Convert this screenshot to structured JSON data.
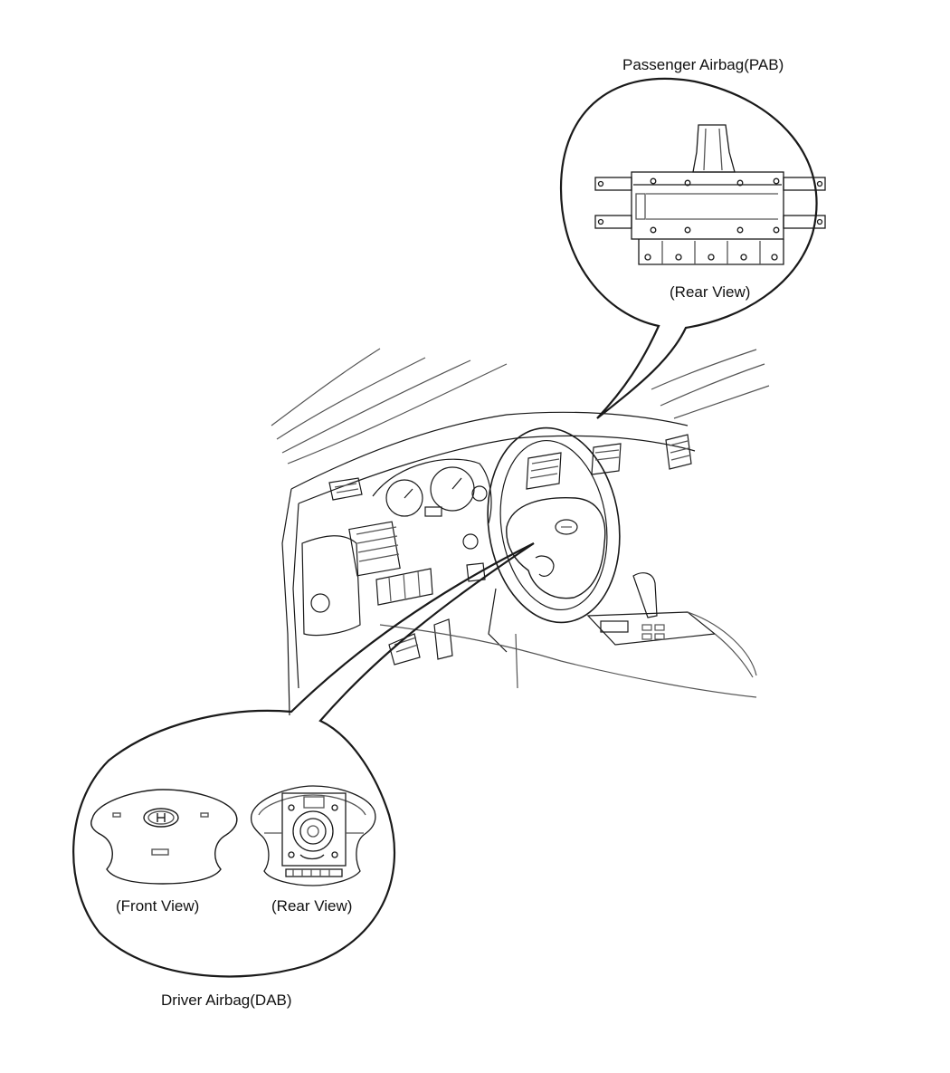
{
  "callouts": {
    "passenger": {
      "title": "Passenger Airbag(PAB)",
      "view_label": "(Rear View)"
    },
    "driver": {
      "title": "Driver Airbag(DAB)",
      "front_label": "(Front View)",
      "rear_label": "(Rear View)"
    }
  },
  "colors": {
    "line": "#1a1a1a",
    "background": "#ffffff"
  }
}
